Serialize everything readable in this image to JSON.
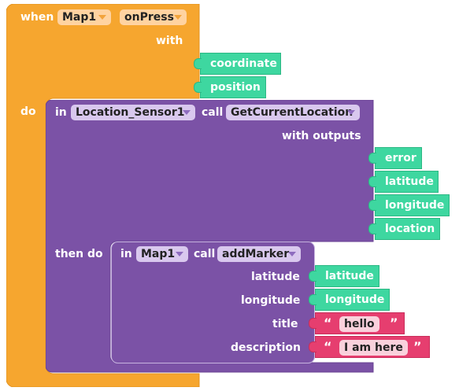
{
  "event": {
    "when_label": "when",
    "component": "Map1",
    "event_name": "onPress",
    "with_label": "with",
    "params": [
      "coordinate",
      "position"
    ],
    "do_label": "do"
  },
  "location_block": {
    "in_label": "in",
    "component": "Location_Sensor1",
    "call_label": "call",
    "method": "GetCurrentLocation",
    "with_outputs_label": "with outputs",
    "outputs": [
      "error",
      "latitude",
      "longitude",
      "location"
    ],
    "then_do_label": "then do"
  },
  "marker_block": {
    "in_label": "in",
    "component": "Map1",
    "call_label": "call",
    "method": "addMarker",
    "args": {
      "latitude_label": "latitude",
      "longitude_label": "longitude",
      "title_label": "title",
      "description_label": "description"
    },
    "values": {
      "latitude": "latitude",
      "longitude": "longitude",
      "title": "hello",
      "description": "I am here"
    }
  },
  "quotes": {
    "open": "“",
    "close": "”"
  },
  "colors": {
    "event_block": "#f6a62f",
    "procedure_block": "#7b52a6",
    "variable_block": "#3ed7a0",
    "text_block": "#e63e6f"
  }
}
